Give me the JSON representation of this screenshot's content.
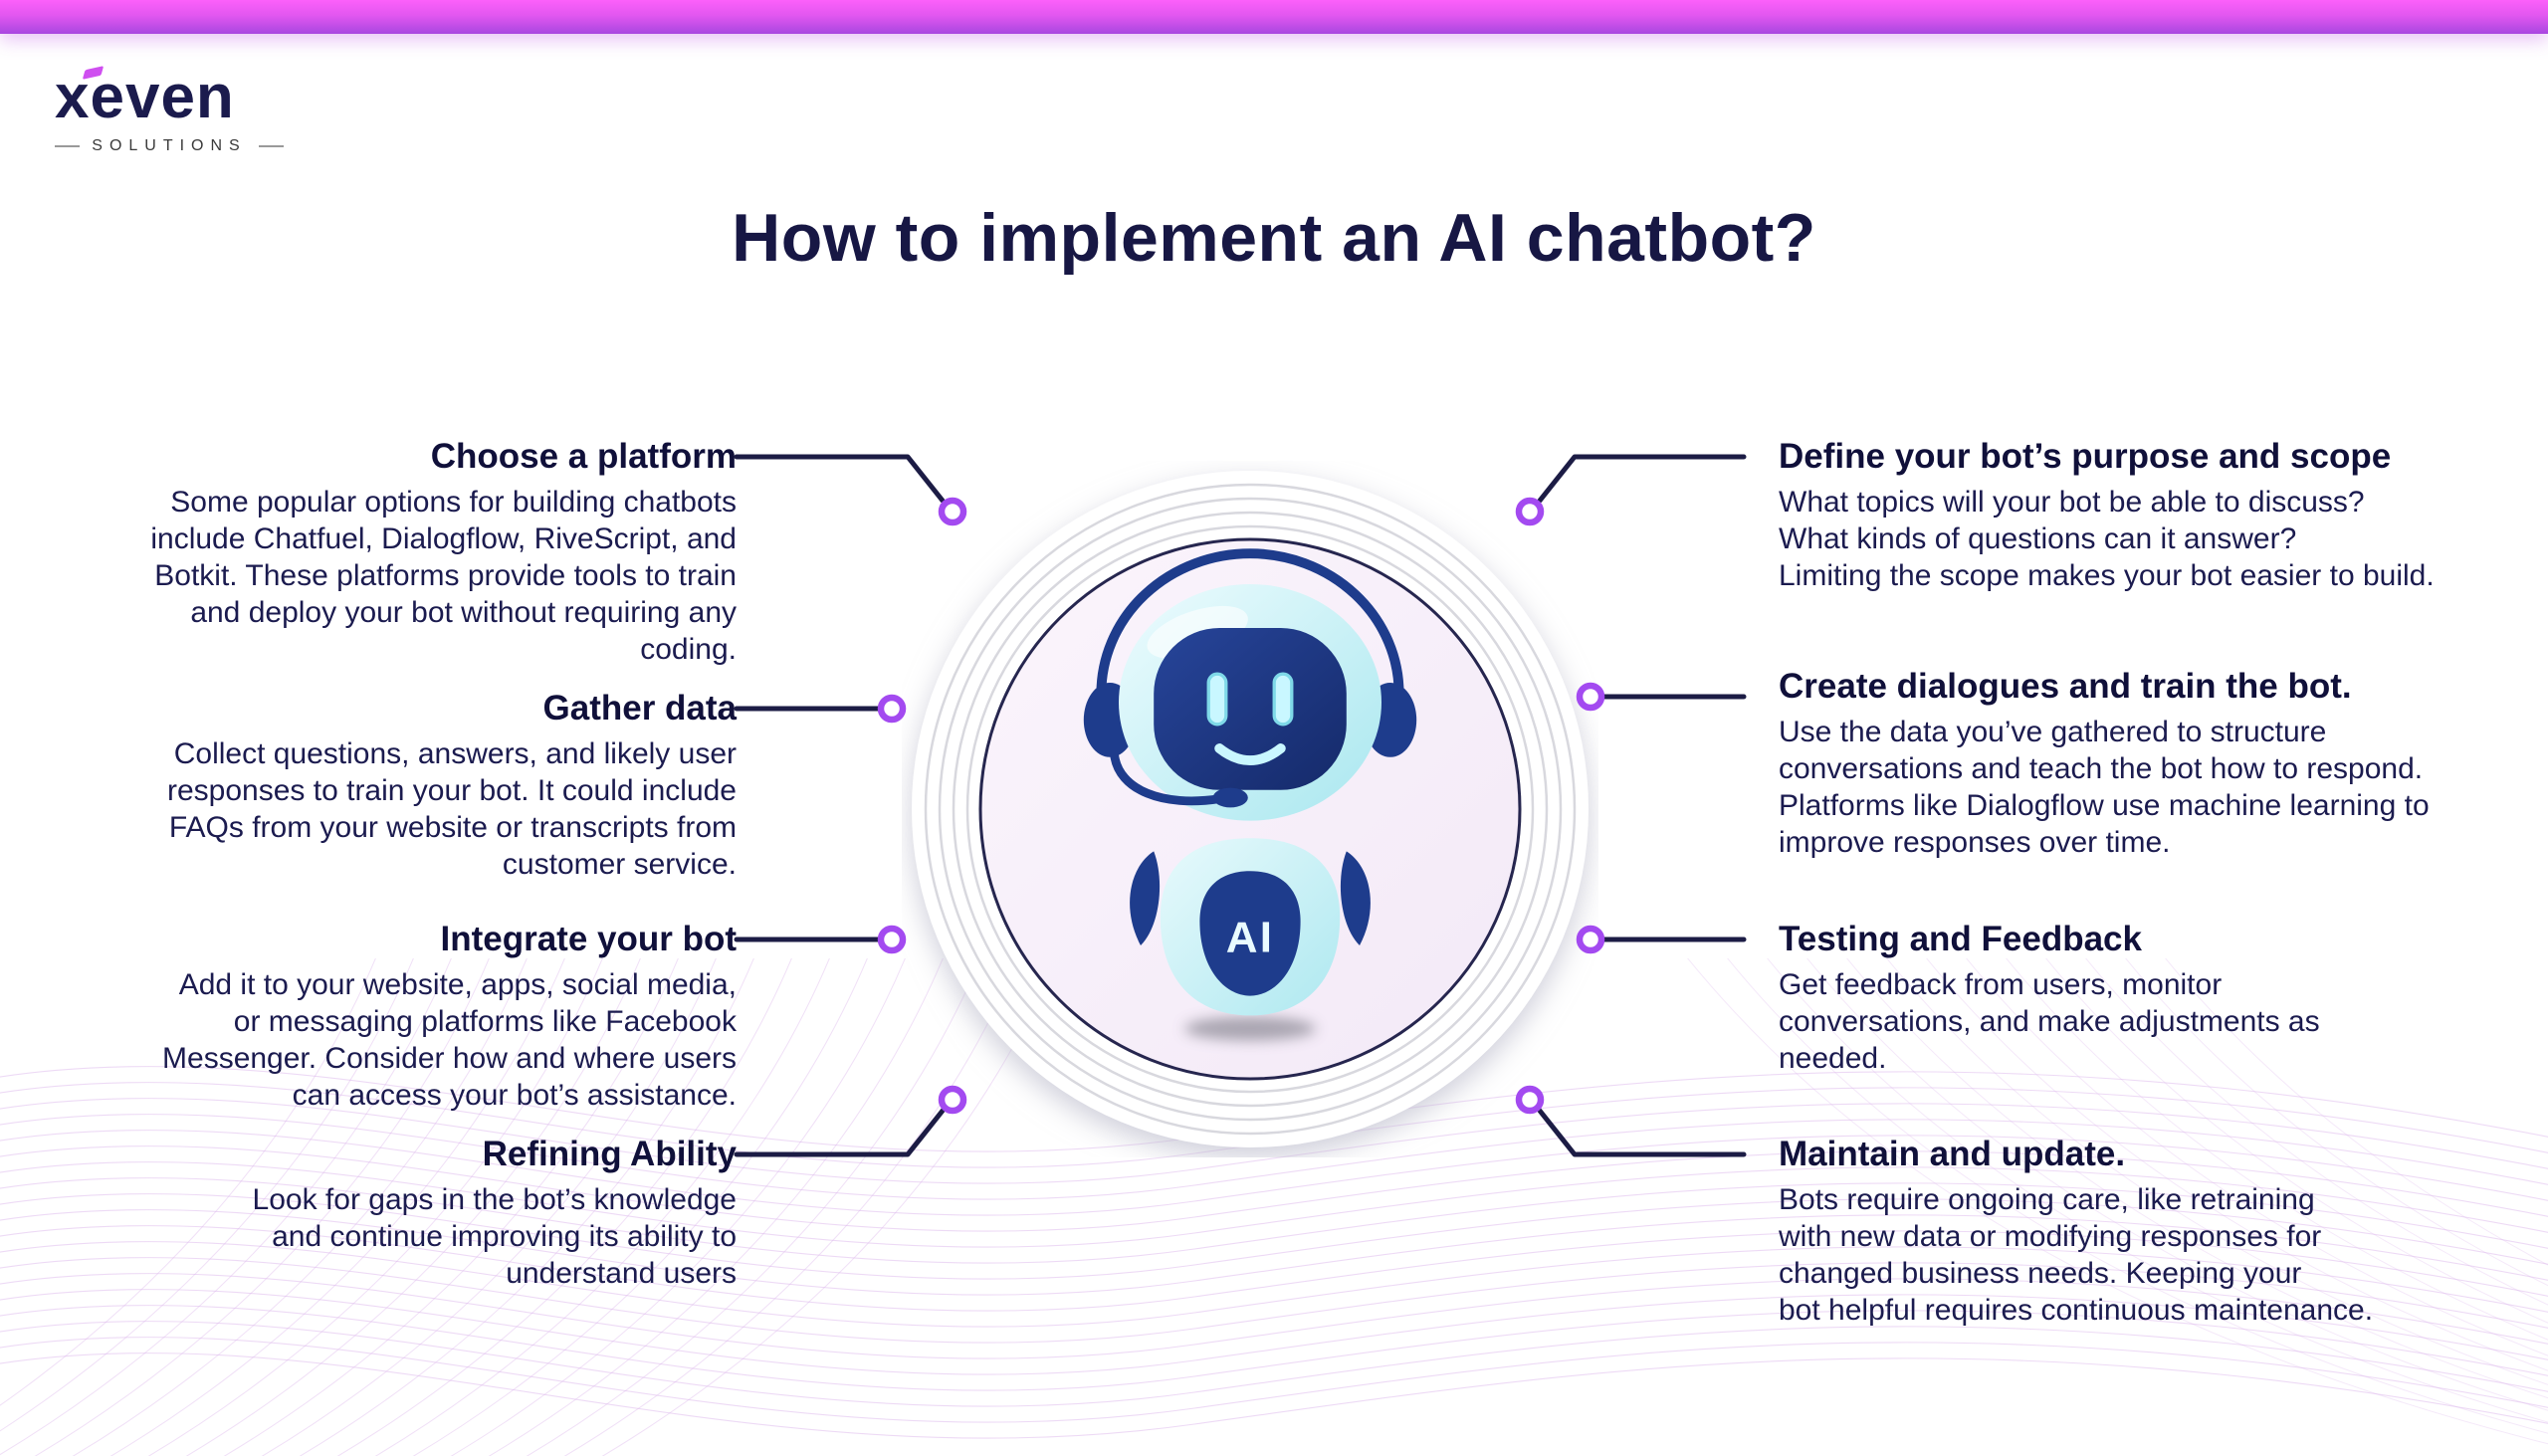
{
  "brand": {
    "name": "xeven",
    "tagline": "SOLUTIONS"
  },
  "page": {
    "title": "How to implement an AI chatbot?"
  },
  "center": {
    "badge_label": "AI"
  },
  "steps": {
    "left": [
      {
        "heading": "Choose a platform",
        "body": "Some popular options for building chatbots\ninclude Chatfuel, Dialogflow, RiveScript, and\nBotkit. These platforms provide tools to train\nand deploy your bot without requiring any\ncoding."
      },
      {
        "heading": "Gather data",
        "body": "Collect questions, answers, and likely user\nresponses to train your bot. It could include\nFAQs from your website or transcripts from\ncustomer service."
      },
      {
        "heading": "Integrate your bot",
        "body": "Add it to your website, apps, social media,\nor messaging platforms like Facebook\nMessenger. Consider how and where users\ncan access your bot’s assistance."
      },
      {
        "heading": "Refining Ability",
        "body": "Look for gaps in the bot’s knowledge\nand continue improving its ability to\nunderstand users"
      }
    ],
    "right": [
      {
        "heading": "Define your bot’s purpose and scope",
        "body": "What topics will your bot be able to discuss?\nWhat kinds of questions can it answer?\nLimiting the scope makes your bot easier to build."
      },
      {
        "heading": "Create dialogues and train the bot.",
        "body": "Use the data you’ve gathered to structure\nconversations and teach the bot how to respond.\nPlatforms like Dialogflow use machine learning to\nimprove responses over time."
      },
      {
        "heading": "Testing and Feedback",
        "body": "Get feedback from users, monitor\nconversations, and make adjustments as\nneeded."
      },
      {
        "heading": "Maintain and update.",
        "body": "Bots require ongoing care, like retraining\nwith new data or modifying responses for\nchanged business needs. Keeping your\nbot helpful requires continuous maintenance."
      }
    ]
  },
  "colors": {
    "topbar_gradient_top": "#fc60fa",
    "topbar_gradient_bottom": "#a847e0",
    "accent_purple": "#a34af0",
    "connector_navy": "#1c1c45",
    "heading_navy": "#10103a",
    "body_navy": "#1b1b4f",
    "robot_navy": "#1e3c8c",
    "robot_cyan": "#b2ebf2",
    "inner_circle_fill": "#f8f0fa"
  }
}
